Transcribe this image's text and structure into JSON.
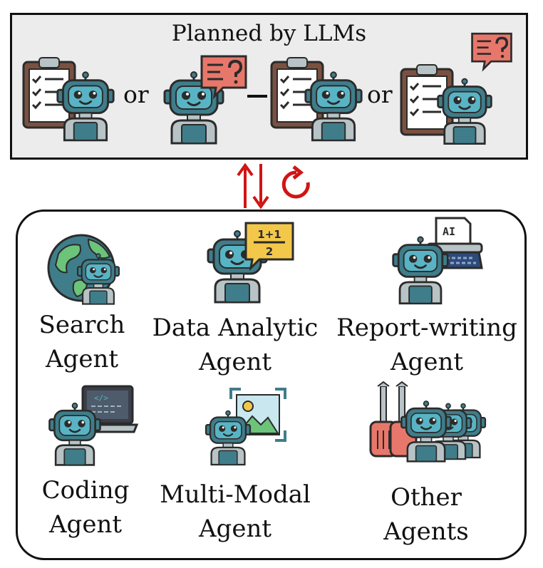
{
  "planner": {
    "title": "Planned by LLMs",
    "or_text": "or"
  },
  "agents": [
    {
      "line1": "Search",
      "line2": "Agent"
    },
    {
      "line1": "Data Analytic",
      "line2": "Agent"
    },
    {
      "line1": "Report-writing",
      "line2": "Agent"
    },
    {
      "line1": "Coding",
      "line2": "Agent"
    },
    {
      "line1": "Multi-Modal",
      "line2": "Agent"
    },
    {
      "line1": "Other",
      "line2": "Agents"
    }
  ],
  "icon_texts": {
    "math_top": "1+1",
    "math_bottom": "2",
    "ai_paper": "AI",
    "code_tag": "</>"
  },
  "colors": {
    "robot_teal": "#3f7d8a",
    "robot_face": "#58b4c4",
    "outline": "#2b2b2b",
    "bubble_red": "#e8776b",
    "bubble_yellow": "#f3c84a",
    "arrow_red": "#d11414",
    "clipboard_brown": "#7a5140"
  }
}
